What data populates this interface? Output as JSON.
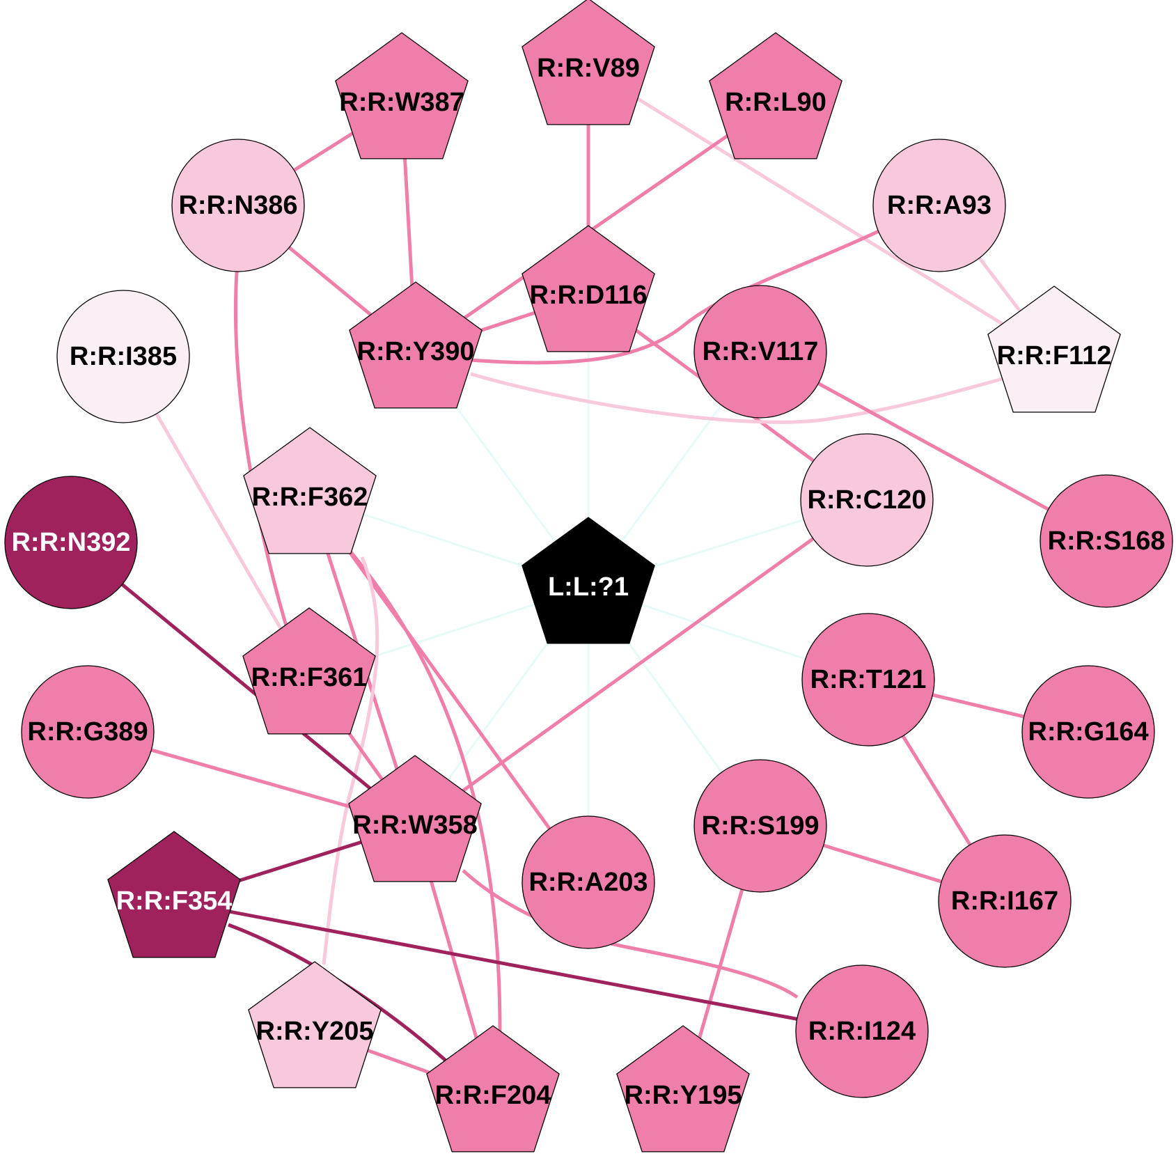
{
  "colors": {
    "light": "#f9eff4",
    "pale": "#f8c8dc",
    "medium": "#f07eab",
    "dark": "#a0225c",
    "ligand": "#000000",
    "ligand_edge": "#e6fbf9",
    "label_dark": "#000000",
    "label_light": "#ffffff"
  },
  "nodes": [
    {
      "id": "L:L:?1",
      "label": "L:L:?1",
      "shape": "pentagon",
      "fill": "ligand",
      "text": "label_light"
    },
    {
      "id": "R:R:V89",
      "label": "R:R:V89",
      "shape": "pentagon",
      "fill": "medium",
      "text": "label_dark"
    },
    {
      "id": "R:R:W387",
      "label": "R:R:W387",
      "shape": "pentagon",
      "fill": "medium",
      "text": "label_dark"
    },
    {
      "id": "R:R:L90",
      "label": "R:R:L90",
      "shape": "pentagon",
      "fill": "medium",
      "text": "label_dark"
    },
    {
      "id": "R:R:N386",
      "label": "R:R:N386",
      "shape": "circle",
      "fill": "pale",
      "text": "label_dark"
    },
    {
      "id": "R:R:A93",
      "label": "R:R:A93",
      "shape": "circle",
      "fill": "pale",
      "text": "label_dark"
    },
    {
      "id": "R:R:D116",
      "label": "R:R:D116",
      "shape": "pentagon",
      "fill": "medium",
      "text": "label_dark"
    },
    {
      "id": "R:R:Y390",
      "label": "R:R:Y390",
      "shape": "pentagon",
      "fill": "medium",
      "text": "label_dark"
    },
    {
      "id": "R:R:I385",
      "label": "R:R:I385",
      "shape": "circle",
      "fill": "light",
      "text": "label_dark"
    },
    {
      "id": "R:R:V117",
      "label": "R:R:V117",
      "shape": "circle",
      "fill": "medium",
      "text": "label_dark"
    },
    {
      "id": "R:R:F112",
      "label": "R:R:F112",
      "shape": "pentagon",
      "fill": "light",
      "text": "label_dark"
    },
    {
      "id": "R:R:F362",
      "label": "R:R:F362",
      "shape": "pentagon",
      "fill": "pale",
      "text": "label_dark"
    },
    {
      "id": "R:R:C120",
      "label": "R:R:C120",
      "shape": "circle",
      "fill": "pale",
      "text": "label_dark"
    },
    {
      "id": "R:R:N392",
      "label": "R:R:N392",
      "shape": "circle",
      "fill": "dark",
      "text": "label_light"
    },
    {
      "id": "R:R:S168",
      "label": "R:R:S168",
      "shape": "circle",
      "fill": "medium",
      "text": "label_dark"
    },
    {
      "id": "R:R:F361",
      "label": "R:R:F361",
      "shape": "pentagon",
      "fill": "medium",
      "text": "label_dark"
    },
    {
      "id": "R:R:T121",
      "label": "R:R:T121",
      "shape": "circle",
      "fill": "medium",
      "text": "label_dark"
    },
    {
      "id": "R:R:G389",
      "label": "R:R:G389",
      "shape": "circle",
      "fill": "medium",
      "text": "label_dark"
    },
    {
      "id": "R:R:G164",
      "label": "R:R:G164",
      "shape": "circle",
      "fill": "medium",
      "text": "label_dark"
    },
    {
      "id": "R:R:W358",
      "label": "R:R:W358",
      "shape": "pentagon",
      "fill": "medium",
      "text": "label_dark"
    },
    {
      "id": "R:R:S199",
      "label": "R:R:S199",
      "shape": "circle",
      "fill": "medium",
      "text": "label_dark"
    },
    {
      "id": "R:R:A203",
      "label": "R:R:A203",
      "shape": "circle",
      "fill": "medium",
      "text": "label_dark"
    },
    {
      "id": "R:R:I167",
      "label": "R:R:I167",
      "shape": "circle",
      "fill": "medium",
      "text": "label_dark"
    },
    {
      "id": "R:R:F354",
      "label": "R:R:F354",
      "shape": "pentagon",
      "fill": "dark",
      "text": "label_light"
    },
    {
      "id": "R:R:I124",
      "label": "R:R:I124",
      "shape": "circle",
      "fill": "medium",
      "text": "label_dark"
    },
    {
      "id": "R:R:Y205",
      "label": "R:R:Y205",
      "shape": "pentagon",
      "fill": "pale",
      "text": "label_dark"
    },
    {
      "id": "R:R:F204",
      "label": "R:R:F204",
      "shape": "pentagon",
      "fill": "medium",
      "text": "label_dark"
    },
    {
      "id": "R:R:Y195",
      "label": "R:R:Y195",
      "shape": "pentagon",
      "fill": "medium",
      "text": "label_dark"
    }
  ],
  "edges": [
    {
      "source": "L:L:?1",
      "target": "R:R:D116",
      "color": "ligand_edge"
    },
    {
      "source": "L:L:?1",
      "target": "R:R:Y390",
      "color": "ligand_edge"
    },
    {
      "source": "L:L:?1",
      "target": "R:R:V117",
      "color": "ligand_edge"
    },
    {
      "source": "L:L:?1",
      "target": "R:R:F362",
      "color": "ligand_edge"
    },
    {
      "source": "L:L:?1",
      "target": "R:R:C120",
      "color": "ligand_edge"
    },
    {
      "source": "L:L:?1",
      "target": "R:R:F361",
      "color": "ligand_edge"
    },
    {
      "source": "L:L:?1",
      "target": "R:R:T121",
      "color": "ligand_edge"
    },
    {
      "source": "L:L:?1",
      "target": "R:R:W358",
      "color": "ligand_edge"
    },
    {
      "source": "L:L:?1",
      "target": "R:R:S199",
      "color": "ligand_edge"
    },
    {
      "source": "L:L:?1",
      "target": "R:R:A203",
      "color": "ligand_edge"
    },
    {
      "source": "R:R:V89",
      "target": "R:R:D116",
      "color": "medium"
    },
    {
      "source": "R:R:V89",
      "target": "R:R:F112",
      "color": "pale"
    },
    {
      "source": "R:R:W387",
      "target": "R:R:N386",
      "color": "medium"
    },
    {
      "source": "R:R:W387",
      "target": "R:R:Y390",
      "color": "medium"
    },
    {
      "source": "R:R:L90",
      "target": "R:R:Y390",
      "color": "medium"
    },
    {
      "source": "R:R:N386",
      "target": "R:R:Y390",
      "color": "medium"
    },
    {
      "source": "R:R:N386",
      "target": "R:R:F361",
      "color": "medium"
    },
    {
      "source": "R:R:A93",
      "target": "R:R:Y390",
      "color": "medium"
    },
    {
      "source": "R:R:A93",
      "target": "R:R:F112",
      "color": "pale"
    },
    {
      "source": "R:R:D116",
      "target": "R:R:Y390",
      "color": "medium"
    },
    {
      "source": "R:R:D116",
      "target": "R:R:C120",
      "color": "medium"
    },
    {
      "source": "R:R:Y390",
      "target": "R:R:F112",
      "color": "pale"
    },
    {
      "source": "R:R:I385",
      "target": "R:R:F361",
      "color": "pale"
    },
    {
      "source": "R:R:V117",
      "target": "R:R:S168",
      "color": "medium"
    },
    {
      "source": "R:R:F362",
      "target": "R:R:W358",
      "color": "medium"
    },
    {
      "source": "R:R:F362",
      "target": "R:R:A203",
      "color": "medium"
    },
    {
      "source": "R:R:F362",
      "target": "R:R:F204",
      "color": "medium"
    },
    {
      "source": "R:R:F362",
      "target": "R:R:Y205",
      "color": "pale"
    },
    {
      "source": "R:R:C120",
      "target": "R:R:W358",
      "color": "medium"
    },
    {
      "source": "R:R:N392",
      "target": "R:R:W358",
      "color": "dark"
    },
    {
      "source": "R:R:F361",
      "target": "R:R:W358",
      "color": "medium"
    },
    {
      "source": "R:R:T121",
      "target": "R:R:G164",
      "color": "medium"
    },
    {
      "source": "R:R:T121",
      "target": "R:R:I167",
      "color": "medium"
    },
    {
      "source": "R:R:G389",
      "target": "R:R:W358",
      "color": "medium"
    },
    {
      "source": "R:R:W358",
      "target": "R:R:F354",
      "color": "dark"
    },
    {
      "source": "R:R:W358",
      "target": "R:R:F204",
      "color": "medium"
    },
    {
      "source": "R:R:W358",
      "target": "R:R:I124",
      "color": "medium"
    },
    {
      "source": "R:R:S199",
      "target": "R:R:I167",
      "color": "medium"
    },
    {
      "source": "R:R:S199",
      "target": "R:R:Y195",
      "color": "medium"
    },
    {
      "source": "R:R:F354",
      "target": "R:R:I124",
      "color": "dark"
    },
    {
      "source": "R:R:F354",
      "target": "R:R:F204",
      "color": "dark"
    },
    {
      "source": "R:R:Y205",
      "target": "R:R:F204",
      "color": "medium"
    }
  ]
}
